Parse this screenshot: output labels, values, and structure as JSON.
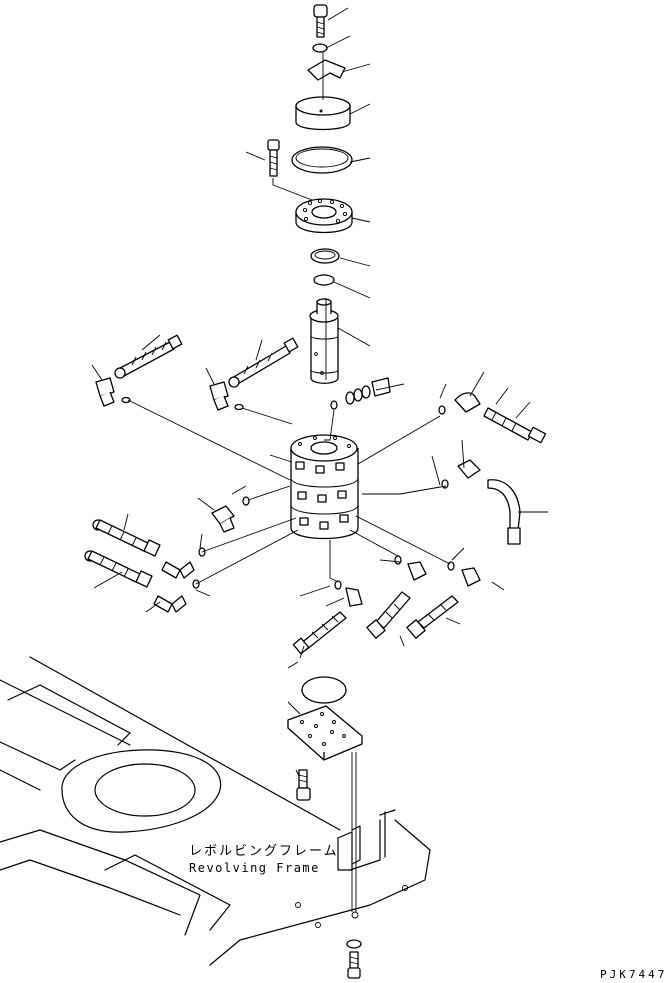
{
  "diagram": {
    "frame_label_jp": "レボルビングフレーム",
    "frame_label_en": "Revolving Frame",
    "drawing_code": "PJK7447"
  }
}
